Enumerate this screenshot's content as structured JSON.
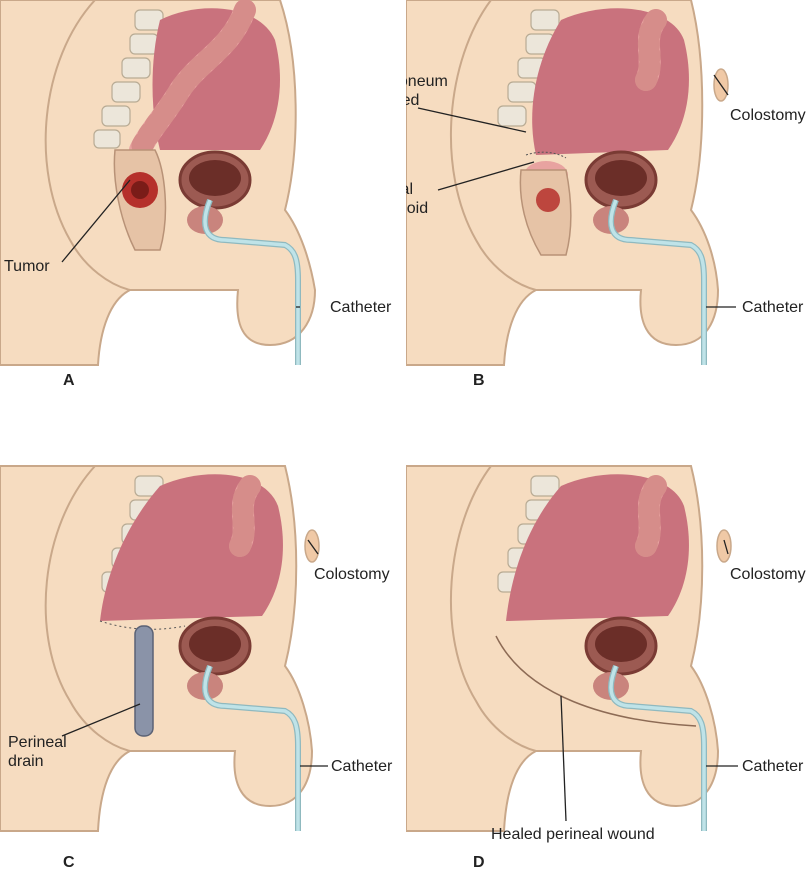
{
  "panels": [
    {
      "letter": "A",
      "labels": {
        "tumor": "Tumor",
        "catheter": "Catheter"
      }
    },
    {
      "letter": "B",
      "labels": {
        "peritoneum": "Peritoneum\nsutured",
        "distal": "Distal\nsigmoid",
        "colostomy": "Colostomy",
        "catheter": "Catheter"
      }
    },
    {
      "letter": "C",
      "labels": {
        "colostomy": "Colostomy",
        "drain": "Perineal\ndrain",
        "catheter": "Catheter"
      }
    },
    {
      "letter": "D",
      "labels": {
        "colostomy": "Colostomy",
        "catheter": "Catheter",
        "healed": "Healed perineal wound"
      }
    }
  ],
  "colors": {
    "skin": "#f6dcc0",
    "skin_outline": "#c9a88a",
    "cavity": "#c9727d",
    "colon": "#e8a3a0",
    "tumor": "#b5302b",
    "bladder": "#7a3b34",
    "catheter": "#bfe3e8",
    "drain": "#8a93a8",
    "bone": "#ece6da"
  }
}
